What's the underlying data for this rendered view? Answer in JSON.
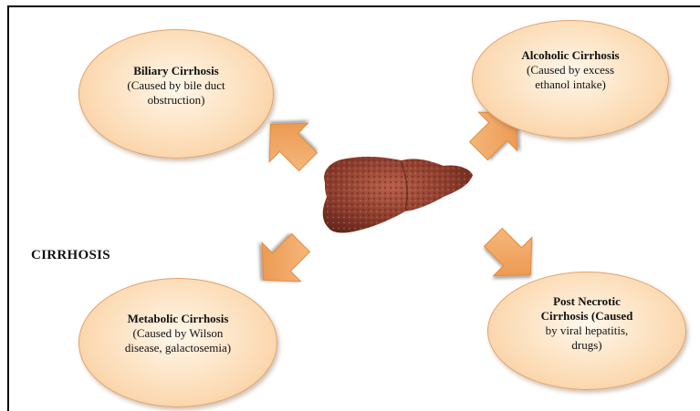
{
  "diagram": {
    "main_label": "CIRRHOSIS",
    "bubbles": [
      {
        "title": "Biliary Cirrhosis",
        "lines": [
          "(Caused by bile duct",
          "obstruction)"
        ]
      },
      {
        "title": "Alcoholic Cirrhosis",
        "lines": [
          "(Caused by excess",
          "ethanol intake)"
        ]
      },
      {
        "title": "Metabolic Cirrhosis",
        "lines": [
          "(Caused by Wilson",
          "disease, galactosemia)"
        ]
      },
      {
        "title": "Post Necrotic",
        "lines": [
          "Cirrhosis (Caused",
          "by viral hepatitis,",
          "drugs)"
        ]
      }
    ],
    "colors": {
      "bubble_fill": "#fcdcb6",
      "arrow_fill": "#f2a55f",
      "liver": "#8a3b2c"
    }
  }
}
